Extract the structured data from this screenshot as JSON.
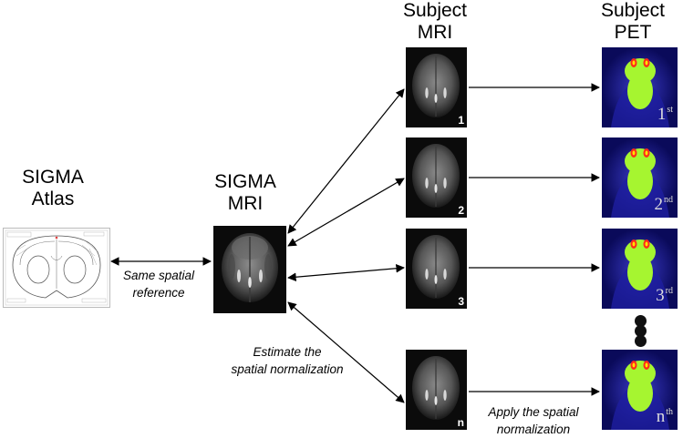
{
  "headings": {
    "atlas": [
      "SIGMA",
      "Atlas"
    ],
    "sigma_mri": [
      "SIGMA",
      "MRI"
    ],
    "subject_mri": [
      "Subject",
      "MRI"
    ],
    "subject_pet": [
      "Subject",
      "PET"
    ]
  },
  "annotations": {
    "same_spatial_reference": [
      "Same spatial",
      "reference"
    ],
    "estimate_normalization": [
      "Estimate the",
      "spatial normalization"
    ],
    "apply_normalization": [
      "Apply the spatial",
      "normalization"
    ]
  },
  "subjects": [
    {
      "mri_label": "1",
      "pet_num": "1",
      "pet_suffix": "st"
    },
    {
      "mri_label": "2",
      "pet_num": "2",
      "pet_suffix": "nd"
    },
    {
      "mri_label": "3",
      "pet_num": "3",
      "pet_suffix": "rd"
    },
    {
      "mri_label": "n",
      "pet_num": "n",
      "pet_suffix": "th"
    }
  ],
  "colors": {
    "arrow": "#000000",
    "pet_background": "#0a0a5a",
    "pet_hotspot": "#a6f530",
    "pet_peak": "#ff2a1a",
    "mri_background": "#0b0b0b"
  }
}
